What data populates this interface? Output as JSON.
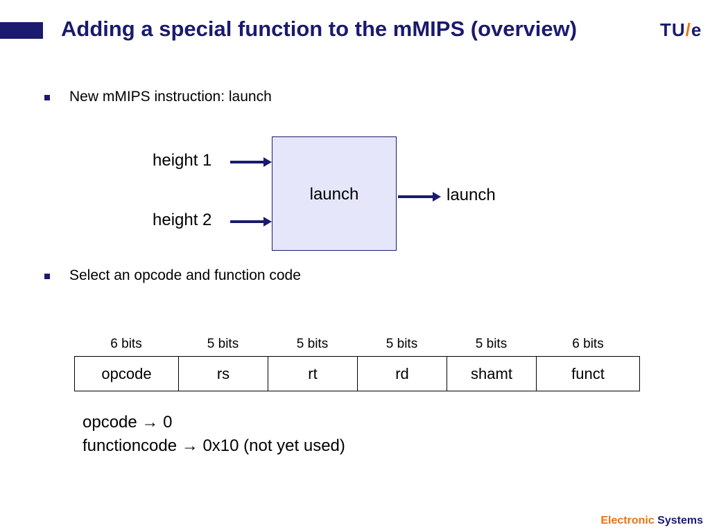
{
  "slide": {
    "title": "Adding a special function to the mMIPS (overview)",
    "logo": {
      "part1": "TU",
      "slash": "/",
      "part2": "e"
    },
    "bullets": [
      "New mMIPS instruction: launch",
      "Select an opcode and function code"
    ],
    "diagram": {
      "inputs": [
        "height 1",
        "height 2"
      ],
      "block_label": "launch",
      "output": "launch"
    },
    "instruction_format": {
      "fields": [
        {
          "bits": "6 bits",
          "name": "opcode"
        },
        {
          "bits": "5 bits",
          "name": "rs"
        },
        {
          "bits": "5 bits",
          "name": "rt"
        },
        {
          "bits": "5 bits",
          "name": "rd"
        },
        {
          "bits": "5 bits",
          "name": "shamt"
        },
        {
          "bits": "6 bits",
          "name": "funct"
        }
      ]
    },
    "notes": [
      "opcode → 0",
      "functioncode → 0x10 (not yet used)"
    ],
    "footer": {
      "accent": "Electronic",
      "main": "Systems"
    }
  },
  "colors": {
    "navy": "#1a1a6e",
    "orange": "#e8731a",
    "block_fill": "#e6e6fa"
  }
}
